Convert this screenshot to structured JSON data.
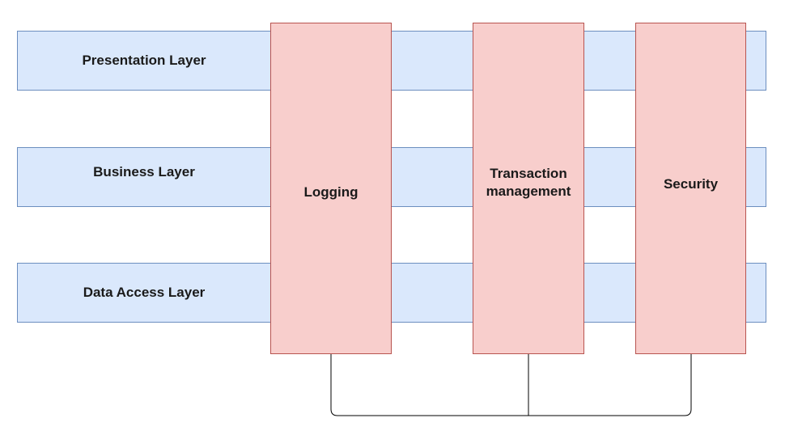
{
  "layers": [
    {
      "label": "Presentation Layer"
    },
    {
      "label": "Business Layer"
    },
    {
      "label": "Data Access Layer"
    }
  ],
  "concerns": [
    {
      "label": "Logging"
    },
    {
      "label": "Transaction\nmanagement"
    },
    {
      "label": "Security"
    }
  ],
  "colors": {
    "layer_fill": "#dae8fc",
    "layer_stroke": "#6c8ebf",
    "concern_fill": "#f8cecc",
    "concern_stroke": "#b85450",
    "connector": "#000000"
  }
}
